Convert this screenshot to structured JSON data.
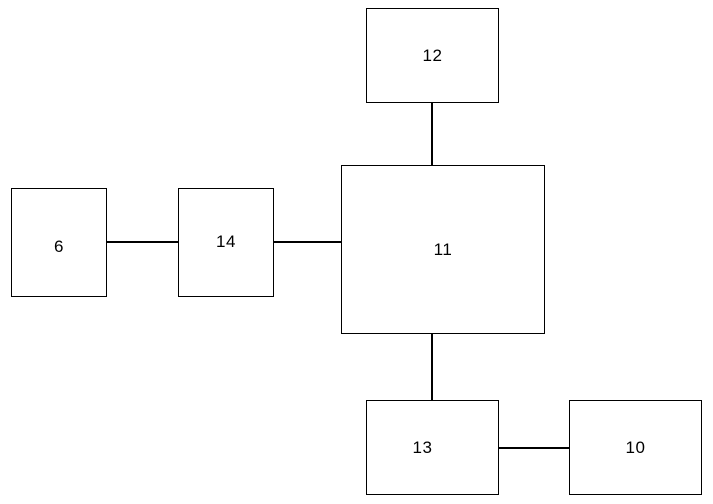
{
  "diagram": {
    "type": "block-diagram",
    "nodes": [
      {
        "id": "6",
        "label": "6"
      },
      {
        "id": "14",
        "label": "14"
      },
      {
        "id": "11",
        "label": "11"
      },
      {
        "id": "12",
        "label": "12"
      },
      {
        "id": "13",
        "label": "13"
      },
      {
        "id": "10",
        "label": "10"
      }
    ],
    "edges": [
      {
        "from": "6",
        "to": "14"
      },
      {
        "from": "14",
        "to": "11"
      },
      {
        "from": "12",
        "to": "11"
      },
      {
        "from": "11",
        "to": "13"
      },
      {
        "from": "13",
        "to": "10"
      }
    ],
    "colors": {
      "stroke": "#000000",
      "background": "#ffffff"
    }
  }
}
